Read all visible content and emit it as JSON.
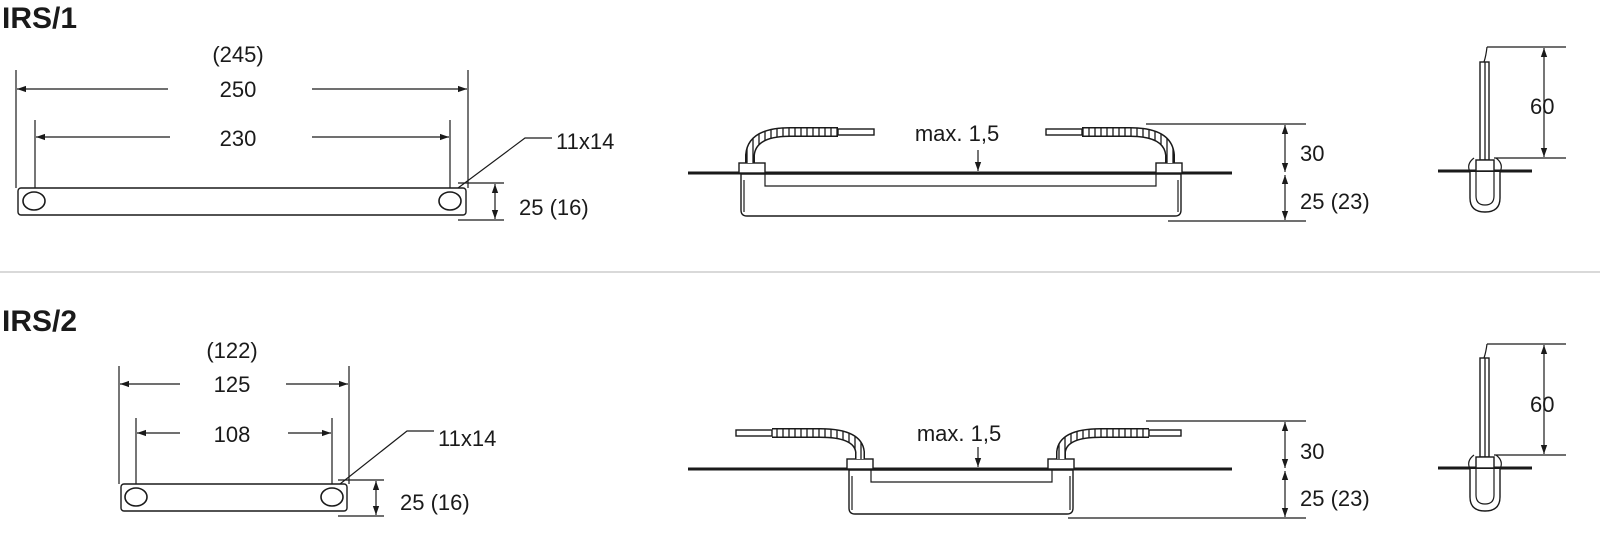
{
  "sections": [
    {
      "title": "IRS/1",
      "top_view": {
        "overall_paren": "(245)",
        "overall": "250",
        "hole_spacing": "230",
        "hole_size": "11x14",
        "height": "25 (16)"
      },
      "side_view": {
        "panel_thickness": "max. 1,5",
        "cable_height": "30",
        "body_height": "25 (23)"
      },
      "end_view": {
        "cable_height": "60"
      }
    },
    {
      "title": "IRS/2",
      "top_view": {
        "overall_paren": "(122)",
        "overall": "125",
        "hole_spacing": "108",
        "hole_size": "11x14",
        "height": "25 (16)"
      },
      "side_view": {
        "panel_thickness": "max. 1,5",
        "cable_height": "30",
        "body_height": "25 (23)"
      },
      "end_view": {
        "cable_height": "60"
      }
    }
  ]
}
